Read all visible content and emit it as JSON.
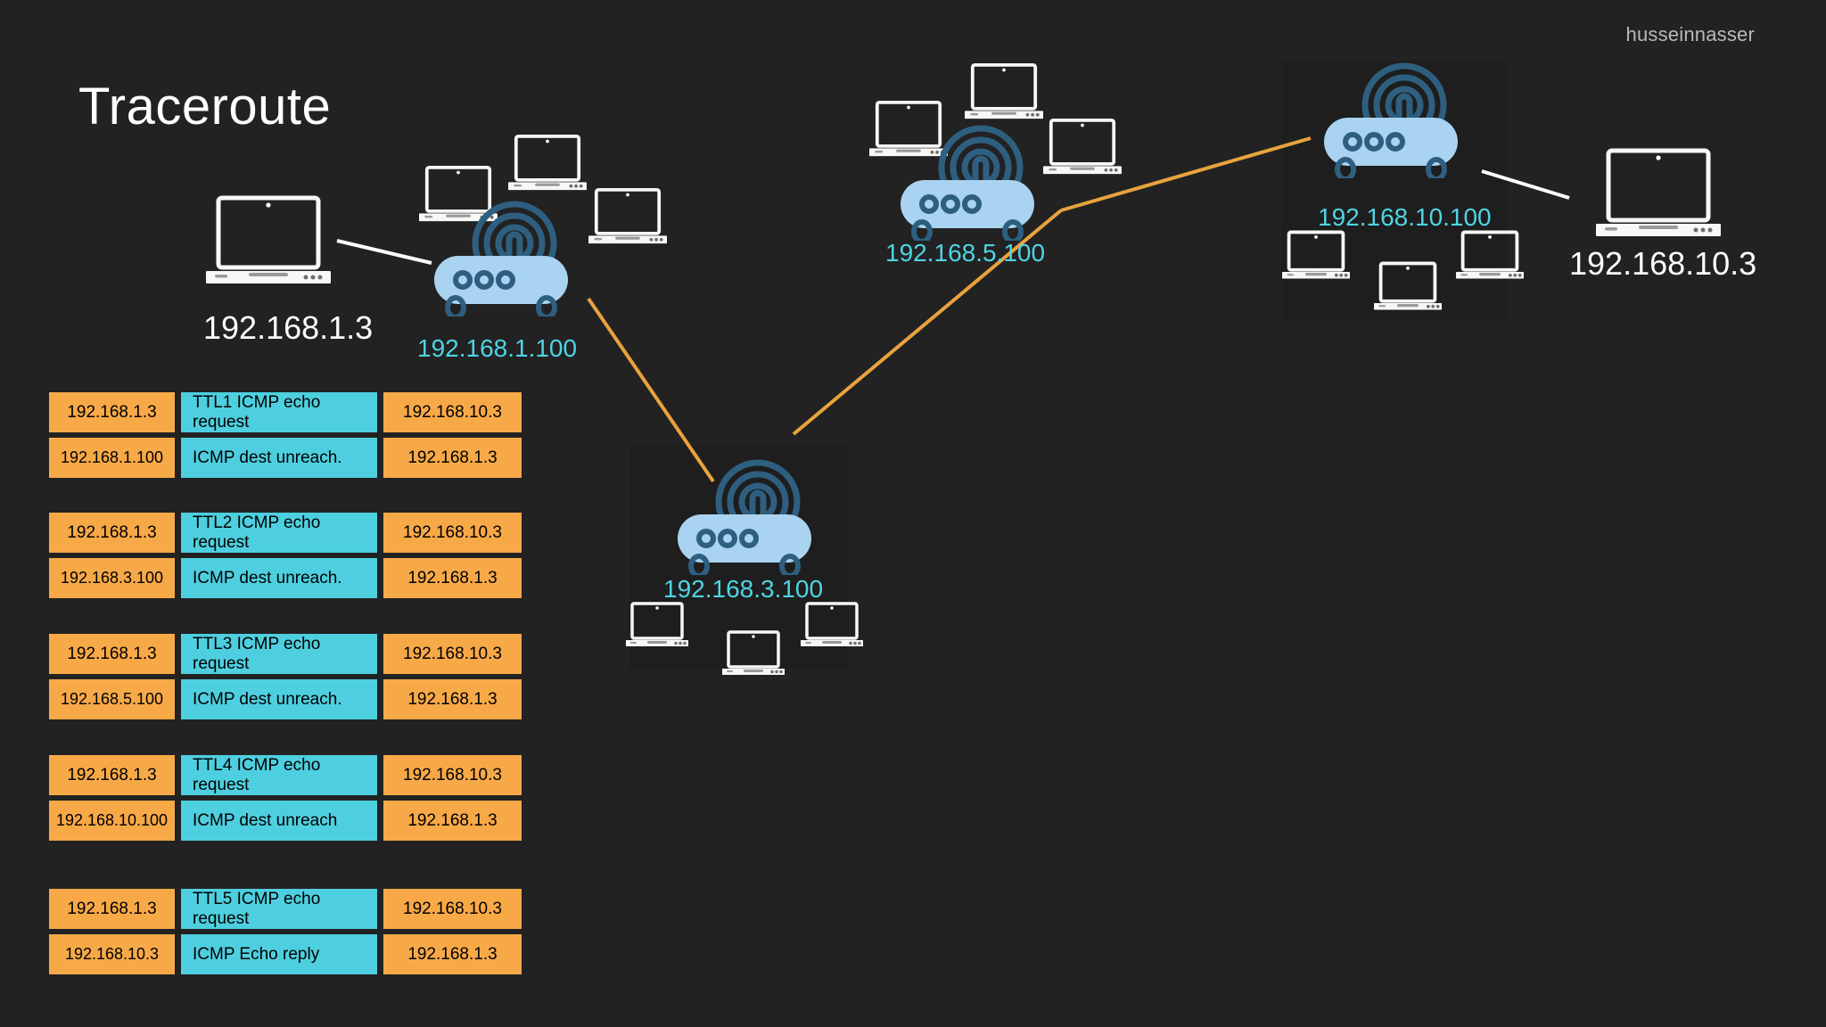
{
  "watermark": "husseinnasser",
  "title": "Traceroute",
  "colors": {
    "background": "#222222",
    "group_box": "#1e1e1e",
    "router_body": "#a9d3f0",
    "router_accent": "#2e5f80",
    "link_orange": "#e8a33d",
    "link_white": "#ffffff",
    "cell_src_dst": "#f7a948",
    "cell_mid": "#4ecfdf",
    "ip_router_text": "#4fd4e4",
    "ip_host_text": "#ffffff"
  },
  "routers": [
    {
      "id": "r1",
      "ip": "192.168.1.100",
      "icon": "wifi-router-icon"
    },
    {
      "id": "r3",
      "ip": "192.168.3.100",
      "icon": "wifi-router-icon"
    },
    {
      "id": "r5",
      "ip": "192.168.5.100",
      "icon": "wifi-router-icon"
    },
    {
      "id": "r10",
      "ip": "192.168.10.100",
      "icon": "wifi-router-icon"
    }
  ],
  "hosts": [
    {
      "id": "h1",
      "ip": "192.168.1.3",
      "icon": "laptop-icon"
    },
    {
      "id": "h10",
      "ip": "192.168.10.3",
      "icon": "laptop-icon"
    }
  ],
  "packets": [
    {
      "step": "TTL1",
      "rows": [
        {
          "src": "192.168.1.3",
          "msg_line1": "TTL1 ICMP echo",
          "msg_line2": "request",
          "dst": "192.168.10.3"
        },
        {
          "src": "192.168.1.100",
          "msg_line1": "ICMP dest unreach.",
          "msg_line2": "",
          "dst": "192.168.1.3"
        }
      ]
    },
    {
      "step": "TTL2",
      "rows": [
        {
          "src": "192.168.1.3",
          "msg_line1": "TTL2 ICMP echo",
          "msg_line2": "request",
          "dst": "192.168.10.3"
        },
        {
          "src": "192.168.3.100",
          "msg_line1": "ICMP dest unreach.",
          "msg_line2": "",
          "dst": "192.168.1.3"
        }
      ]
    },
    {
      "step": "TTL3",
      "rows": [
        {
          "src": "192.168.1.3",
          "msg_line1": "TTL3 ICMP echo",
          "msg_line2": "request",
          "dst": "192.168.10.3"
        },
        {
          "src": "192.168.5.100",
          "msg_line1": "ICMP dest unreach.",
          "msg_line2": "",
          "dst": "192.168.1.3"
        }
      ]
    },
    {
      "step": "TTL4",
      "rows": [
        {
          "src": "192.168.1.3",
          "msg_line1": "TTL4 ICMP echo",
          "msg_line2": "request",
          "dst": "192.168.10.3"
        },
        {
          "src": "192.168.10.100",
          "msg_line1": "ICMP dest unreach",
          "msg_line2": "",
          "dst": "192.168.1.3"
        }
      ]
    },
    {
      "step": "TTL5",
      "rows": [
        {
          "src": "192.168.1.3",
          "msg_line1": "TTL5 ICMP echo",
          "msg_line2": "request",
          "dst": "192.168.10.3"
        },
        {
          "src": "192.168.10.3",
          "msg_line1": "ICMP Echo reply",
          "msg_line2": "",
          "dst": "192.168.1.3"
        }
      ]
    }
  ]
}
